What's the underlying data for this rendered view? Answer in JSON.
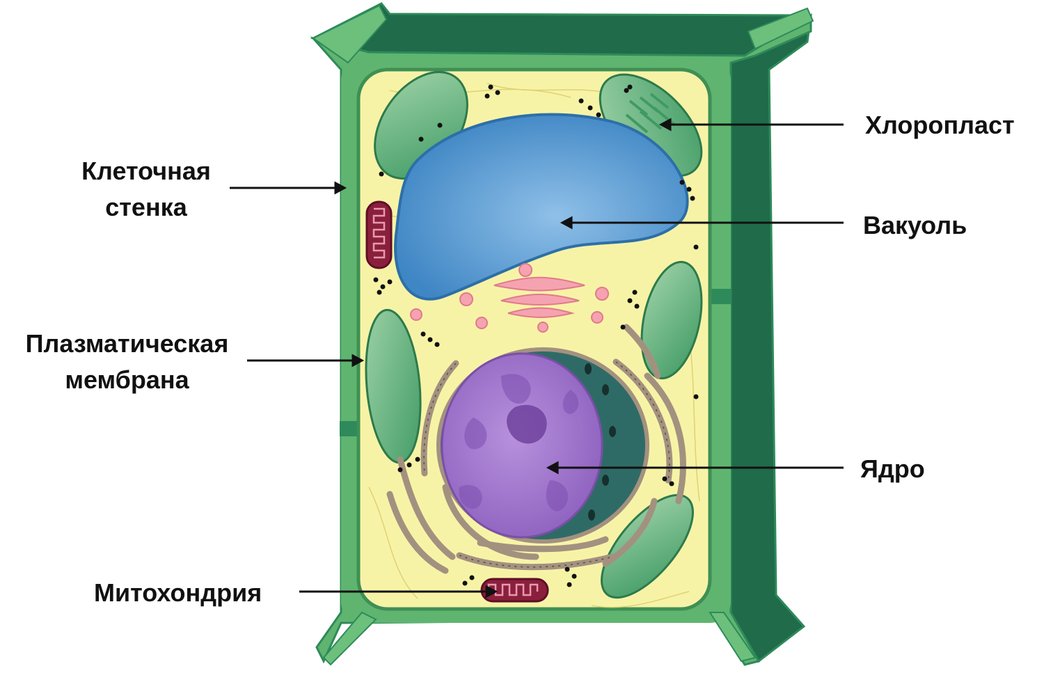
{
  "labels": {
    "cell_wall": [
      "Клеточная",
      "стенка"
    ],
    "plasma_membrane": [
      "Плазматическая",
      "мембрана"
    ],
    "mitochondrion": "Митохондрия",
    "chloroplast": "Хлоропласт",
    "vacuole": "Вакуоль",
    "nucleus": "Ядро"
  },
  "colors": {
    "cell_wall_light": "#5fb56f",
    "cell_wall_dark": "#1f6b4a",
    "cytoplasm": "#f7f3a6",
    "vacuole": "#4a8fc9",
    "chloroplast": "#3f9a63",
    "nucleus": "#9a6bc4",
    "mitochondrion": "#8a1f3c",
    "golgi": "#f5a3b0",
    "er": "#a39180"
  }
}
